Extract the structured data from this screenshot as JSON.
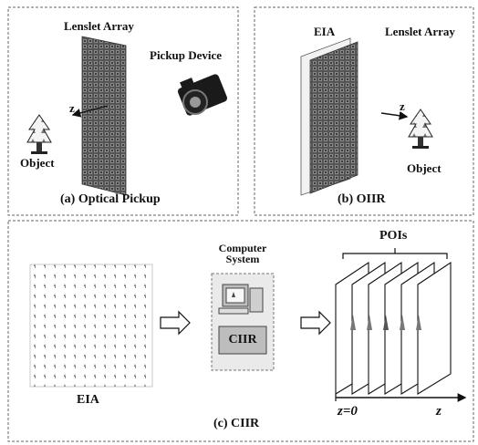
{
  "panels": {
    "optical_pickup": {
      "caption": "(a) Optical Pickup",
      "lens_label": "Lenslet Array",
      "device_label": "Pickup Device",
      "object_label": "Object",
      "axis_label": "z"
    },
    "oiir": {
      "caption": "(b) OIIR",
      "eia_label": "EIA",
      "lens_label": "Lenslet Array",
      "object_label": "Object",
      "axis_label": "z"
    },
    "ciir": {
      "caption": "(c) CIIR",
      "eia_label": "EIA",
      "computer_title_line1": "Computer",
      "computer_title_line2": "System",
      "screen_label": "CIIR",
      "pois_label": "POIs",
      "z0_label": "z=0",
      "z_label": "z"
    }
  },
  "colors": {
    "ink": "#111111",
    "dashed_border": "#666666",
    "lens_fill": "#555555",
    "computer_box_fill": "#eaeaea",
    "screen_fill": "#bdbdbd"
  }
}
